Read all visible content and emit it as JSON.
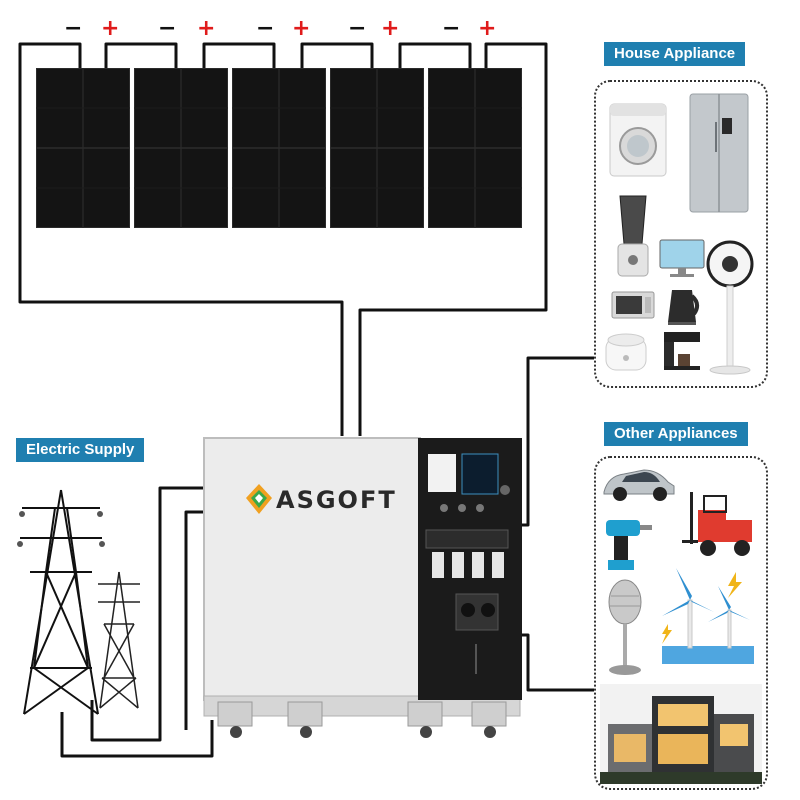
{
  "solar": {
    "panels": [
      {
        "minus": "−",
        "plus": "+"
      },
      {
        "minus": "−",
        "plus": "+"
      },
      {
        "minus": "−",
        "plus": "+"
      },
      {
        "minus": "−",
        "plus": "+"
      },
      {
        "minus": "−",
        "plus": "+"
      }
    ]
  },
  "labels": {
    "house_appliance": "House Appliance",
    "other_appliances": "Other Appliances",
    "electric_supply": "Electric Supply"
  },
  "station": {
    "brand": "ASGOFT"
  },
  "colors": {
    "tag_bg": "#1f7fb0",
    "plus_sign": "#e01b1b",
    "panel_dark": "#141414",
    "station_body": "#ececec",
    "station_front": "#1b1b1b"
  },
  "icons": {
    "house": [
      "washing-machine-icon",
      "refrigerator-icon",
      "blender-icon",
      "monitor-icon",
      "air-circulator-fan-icon",
      "microwave-icon",
      "electric-kettle-icon",
      "rice-cooker-icon",
      "coffee-machine-icon"
    ],
    "other": [
      "electric-car-icon",
      "power-drill-icon",
      "forklift-icon",
      "microphone-icon",
      "wind-turbine-icon",
      "house-icon"
    ]
  }
}
